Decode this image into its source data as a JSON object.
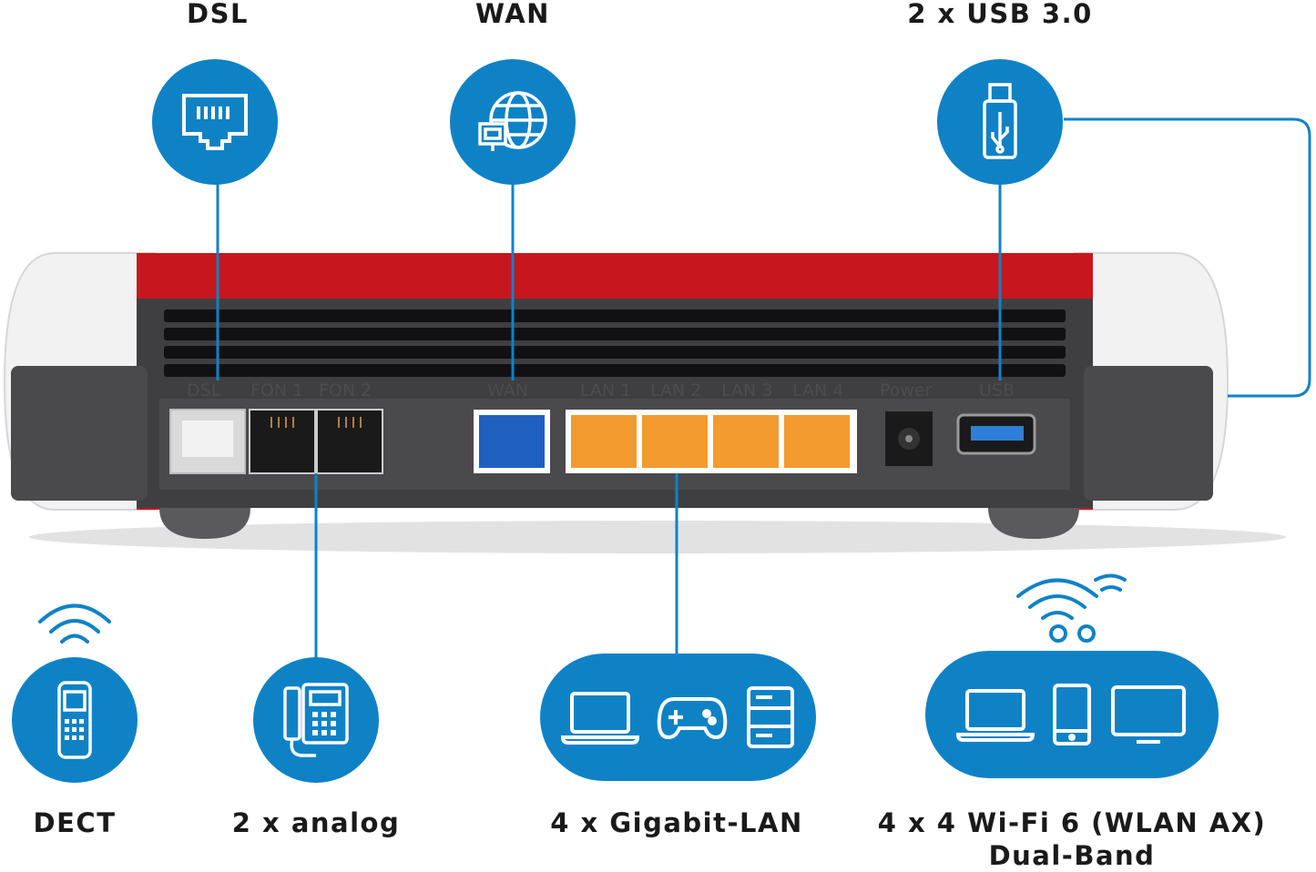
{
  "features": {
    "dsl": {
      "label": "DSL",
      "icon": "ethernet-port-icon"
    },
    "wan": {
      "label": "WAN",
      "icon": "globe-network-icon"
    },
    "usb": {
      "label": "2 x USB 3.0",
      "icon": "usb-stick-icon"
    },
    "dect": {
      "label": "DECT",
      "icon": "cordless-phone-icon"
    },
    "analog": {
      "label": "2 x analog",
      "icon": "desk-phone-icon"
    },
    "lan": {
      "label": "4 x Gigabit-LAN",
      "icons": [
        "laptop-icon",
        "gamepad-icon",
        "nas-server-icon"
      ]
    },
    "wifi": {
      "label_line1": "4 x 4 Wi-Fi 6 (WLAN AX)",
      "label_line2": "Dual-Band",
      "icons": [
        "laptop-icon",
        "smartphone-icon",
        "monitor-icon"
      ]
    }
  },
  "router": {
    "port_labels": {
      "dsl": "DSL",
      "fon1": "FON 1",
      "fon2": "FON 2",
      "wan": "WAN",
      "lan1": "LAN 1",
      "lan2": "LAN 2",
      "lan3": "LAN 3",
      "lan4": "LAN 4",
      "power": "Power",
      "usb": "USB"
    }
  },
  "colors": {
    "accent_blue": "#0f82c6",
    "router_red": "#c8161e",
    "router_body": "#3f3f42",
    "lan_port": "#f39a2e",
    "wan_port": "#1f5fc0",
    "dsl_port": "#d9d9d9"
  }
}
